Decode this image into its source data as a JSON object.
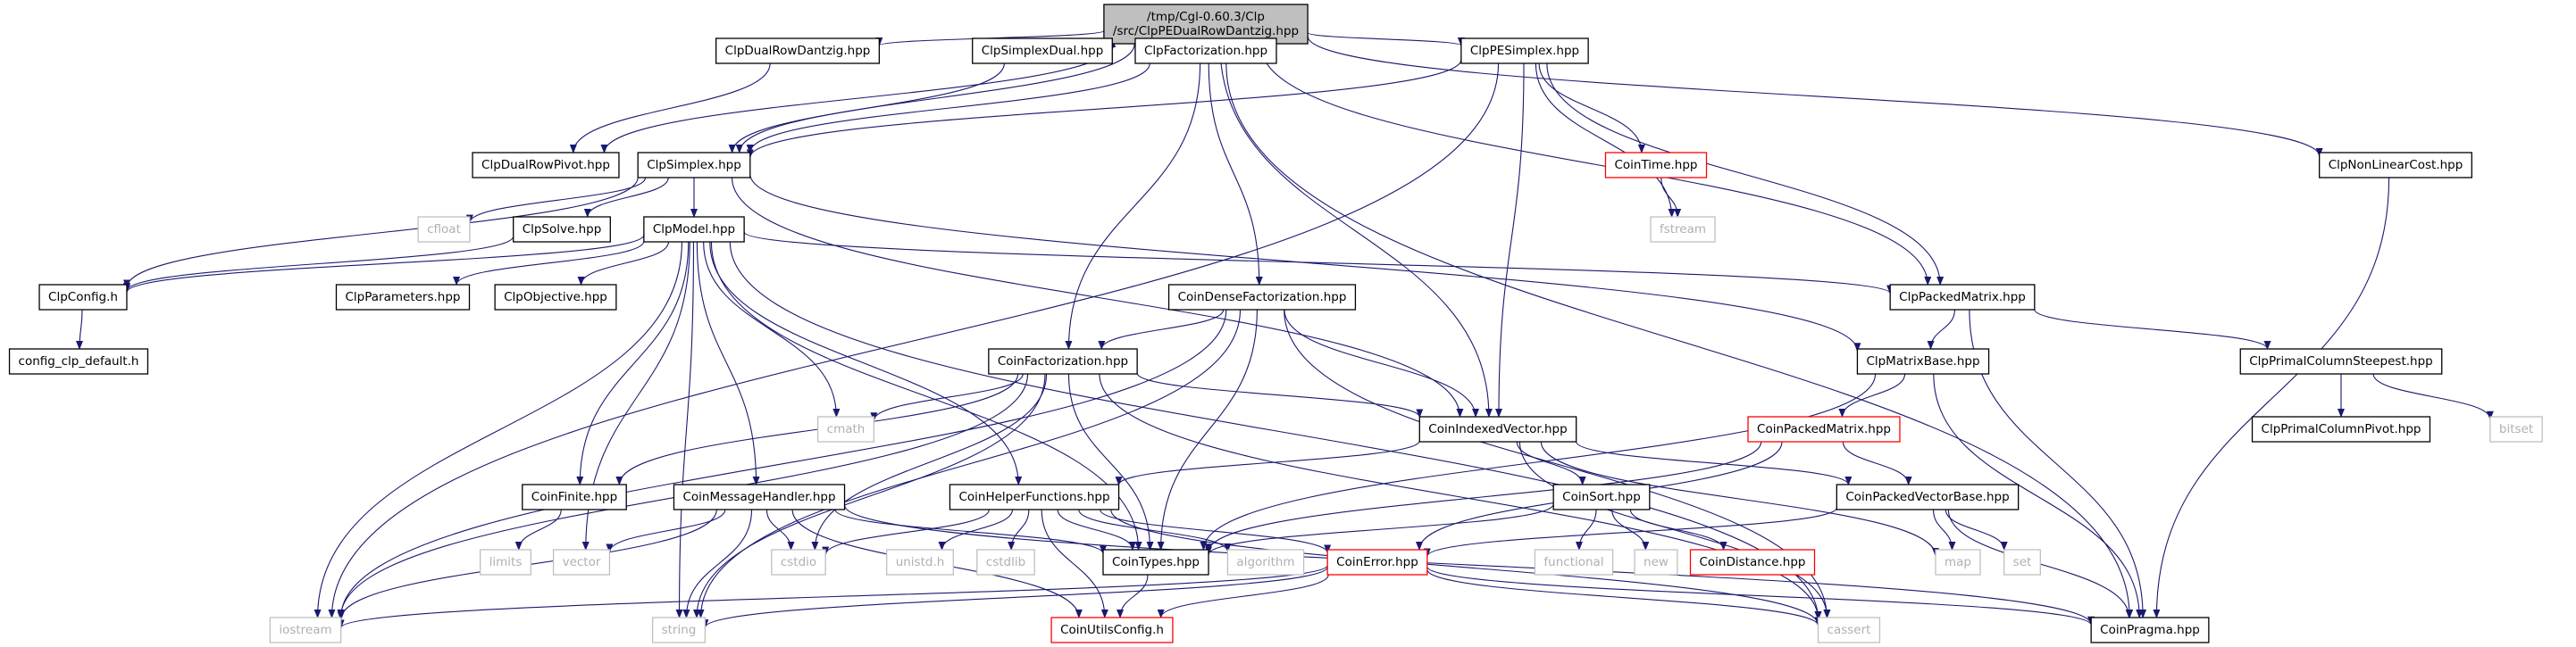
{
  "colors": {
    "edge": "#191970",
    "root_fill": "#bfbfbf",
    "normal_border": "#000000",
    "missing_border": "#bfbfbf",
    "incomplete_border": "#ff0000",
    "text": "#000000",
    "missing_text": "#b0b0b0"
  },
  "nodes": [
    {
      "id": "root",
      "kind": "root",
      "lines": [
        "/tmp/Cgl-0.60.3/Clp",
        "/src/ClpPEDualRowDantzig.hpp"
      ]
    },
    {
      "id": "ClpDualRowDantzig",
      "kind": "normal",
      "lines": [
        "ClpDualRowDantzig.hpp"
      ]
    },
    {
      "id": "ClpSimplexDual",
      "kind": "normal",
      "lines": [
        "ClpSimplexDual.hpp"
      ]
    },
    {
      "id": "ClpFactorization",
      "kind": "normal",
      "lines": [
        "ClpFactorization.hpp"
      ]
    },
    {
      "id": "ClpPESimplex",
      "kind": "normal",
      "lines": [
        "ClpPESimplex.hpp"
      ]
    },
    {
      "id": "ClpNonLinearCost",
      "kind": "normal",
      "lines": [
        "ClpNonLinearCost.hpp"
      ]
    },
    {
      "id": "ClpDualRowPivot",
      "kind": "normal",
      "lines": [
        "ClpDualRowPivot.hpp"
      ]
    },
    {
      "id": "ClpSimplex",
      "kind": "normal",
      "lines": [
        "ClpSimplex.hpp"
      ]
    },
    {
      "id": "CoinTime",
      "kind": "incomplete",
      "lines": [
        "CoinTime.hpp"
      ]
    },
    {
      "id": "fstream",
      "kind": "missing",
      "lines": [
        "fstream"
      ]
    },
    {
      "id": "cfloat",
      "kind": "missing",
      "lines": [
        "cfloat"
      ]
    },
    {
      "id": "ClpSolve",
      "kind": "normal",
      "lines": [
        "ClpSolve.hpp"
      ]
    },
    {
      "id": "ClpModel",
      "kind": "normal",
      "lines": [
        "ClpModel.hpp"
      ]
    },
    {
      "id": "ClpConfig",
      "kind": "normal",
      "lines": [
        "ClpConfig.h"
      ]
    },
    {
      "id": "config_clp_default",
      "kind": "normal",
      "lines": [
        "config_clp_default.h"
      ]
    },
    {
      "id": "ClpParameters",
      "kind": "normal",
      "lines": [
        "ClpParameters.hpp"
      ]
    },
    {
      "id": "ClpObjective",
      "kind": "normal",
      "lines": [
        "ClpObjective.hpp"
      ]
    },
    {
      "id": "CoinDenseFactorization",
      "kind": "normal",
      "lines": [
        "CoinDenseFactorization.hpp"
      ]
    },
    {
      "id": "ClpPackedMatrix",
      "kind": "normal",
      "lines": [
        "ClpPackedMatrix.hpp"
      ]
    },
    {
      "id": "ClpMatrixBase",
      "kind": "normal",
      "lines": [
        "ClpMatrixBase.hpp"
      ]
    },
    {
      "id": "ClpPrimalColumnSteepest",
      "kind": "normal",
      "lines": [
        "ClpPrimalColumnSteepest.hpp"
      ]
    },
    {
      "id": "ClpPrimalColumnPivot",
      "kind": "normal",
      "lines": [
        "ClpPrimalColumnPivot.hpp"
      ]
    },
    {
      "id": "bitset",
      "kind": "missing",
      "lines": [
        "bitset"
      ]
    },
    {
      "id": "CoinFactorization",
      "kind": "normal",
      "lines": [
        "CoinFactorization.hpp"
      ]
    },
    {
      "id": "cmath",
      "kind": "missing",
      "lines": [
        "cmath"
      ]
    },
    {
      "id": "CoinIndexedVector",
      "kind": "normal",
      "lines": [
        "CoinIndexedVector.hpp"
      ]
    },
    {
      "id": "CoinPackedMatrix",
      "kind": "incomplete",
      "lines": [
        "CoinPackedMatrix.hpp"
      ]
    },
    {
      "id": "CoinFinite",
      "kind": "normal",
      "lines": [
        "CoinFinite.hpp"
      ]
    },
    {
      "id": "CoinMessageHandler",
      "kind": "normal",
      "lines": [
        "CoinMessageHandler.hpp"
      ]
    },
    {
      "id": "CoinHelperFunctions",
      "kind": "normal",
      "lines": [
        "CoinHelperFunctions.hpp"
      ]
    },
    {
      "id": "CoinSort",
      "kind": "normal",
      "lines": [
        "CoinSort.hpp"
      ]
    },
    {
      "id": "CoinPackedVectorBase",
      "kind": "normal",
      "lines": [
        "CoinPackedVectorBase.hpp"
      ]
    },
    {
      "id": "limits",
      "kind": "missing",
      "lines": [
        "limits"
      ]
    },
    {
      "id": "vector",
      "kind": "missing",
      "lines": [
        "vector"
      ]
    },
    {
      "id": "cstdio",
      "kind": "missing",
      "lines": [
        "cstdio"
      ]
    },
    {
      "id": "unistd",
      "kind": "missing",
      "lines": [
        "unistd.h"
      ]
    },
    {
      "id": "cstdlib",
      "kind": "missing",
      "lines": [
        "cstdlib"
      ]
    },
    {
      "id": "CoinTypes",
      "kind": "normal",
      "lines": [
        "CoinTypes.hpp"
      ]
    },
    {
      "id": "algorithm",
      "kind": "missing",
      "lines": [
        "algorithm"
      ]
    },
    {
      "id": "CoinError",
      "kind": "incomplete",
      "lines": [
        "CoinError.hpp"
      ]
    },
    {
      "id": "functional",
      "kind": "missing",
      "lines": [
        "functional"
      ]
    },
    {
      "id": "new",
      "kind": "missing",
      "lines": [
        "new"
      ]
    },
    {
      "id": "CoinDistance",
      "kind": "incomplete",
      "lines": [
        "CoinDistance.hpp"
      ]
    },
    {
      "id": "map",
      "kind": "missing",
      "lines": [
        "map"
      ]
    },
    {
      "id": "set",
      "kind": "missing",
      "lines": [
        "set"
      ]
    },
    {
      "id": "iostream",
      "kind": "missing",
      "lines": [
        "iostream"
      ]
    },
    {
      "id": "string",
      "kind": "missing",
      "lines": [
        "string"
      ]
    },
    {
      "id": "CoinUtilsConfig",
      "kind": "incomplete",
      "lines": [
        "CoinUtilsConfig.h"
      ]
    },
    {
      "id": "cassert",
      "kind": "missing",
      "lines": [
        "cassert"
      ]
    },
    {
      "id": "CoinPragma",
      "kind": "normal",
      "lines": [
        "CoinPragma.hpp"
      ]
    }
  ],
  "edges": [
    [
      "root",
      "ClpDualRowDantzig"
    ],
    [
      "root",
      "ClpSimplexDual"
    ],
    [
      "root",
      "ClpFactorization"
    ],
    [
      "root",
      "ClpPESimplex"
    ],
    [
      "root",
      "ClpNonLinearCost"
    ],
    [
      "root",
      "ClpDualRowPivot"
    ],
    [
      "root",
      "ClpSimplex"
    ],
    [
      "root",
      "ClpPackedMatrix"
    ],
    [
      "root",
      "CoinIndexedVector"
    ],
    [
      "ClpDualRowDantzig",
      "ClpDualRowPivot"
    ],
    [
      "ClpSimplexDual",
      "ClpSimplex"
    ],
    [
      "ClpFactorization",
      "ClpSimplex"
    ],
    [
      "ClpFactorization",
      "CoinDenseFactorization"
    ],
    [
      "ClpFactorization",
      "CoinFactorization"
    ],
    [
      "ClpFactorization",
      "CoinPragma"
    ],
    [
      "ClpPESimplex",
      "ClpSimplex"
    ],
    [
      "ClpPESimplex",
      "CoinTime"
    ],
    [
      "ClpPESimplex",
      "fstream"
    ],
    [
      "ClpPESimplex",
      "ClpPackedMatrix"
    ],
    [
      "ClpPESimplex",
      "CoinIndexedVector"
    ],
    [
      "ClpPESimplex",
      "iostream"
    ],
    [
      "CoinTime",
      "fstream"
    ],
    [
      "ClpNonLinearCost",
      "CoinPragma"
    ],
    [
      "ClpSimplex",
      "cfloat"
    ],
    [
      "ClpSimplex",
      "ClpSolve"
    ],
    [
      "ClpSimplex",
      "ClpModel"
    ],
    [
      "ClpSimplex",
      "ClpConfig"
    ],
    [
      "ClpSimplex",
      "ClpMatrixBase"
    ],
    [
      "ClpSimplex",
      "CoinIndexedVector"
    ],
    [
      "ClpSolve",
      "ClpConfig"
    ],
    [
      "ClpConfig",
      "config_clp_default"
    ],
    [
      "ClpModel",
      "ClpConfig"
    ],
    [
      "ClpModel",
      "ClpParameters"
    ],
    [
      "ClpModel",
      "ClpObjective"
    ],
    [
      "ClpModel",
      "ClpPackedMatrix"
    ],
    [
      "ClpModel",
      "cmath"
    ],
    [
      "ClpModel",
      "CoinTypes"
    ],
    [
      "ClpModel",
      "CoinFinite"
    ],
    [
      "ClpModel",
      "CoinMessageHandler"
    ],
    [
      "ClpModel",
      "CoinHelperFunctions"
    ],
    [
      "ClpModel",
      "vector"
    ],
    [
      "ClpModel",
      "iostream"
    ],
    [
      "ClpModel",
      "string"
    ],
    [
      "ClpModel",
      "cassert"
    ],
    [
      "CoinDenseFactorization",
      "CoinFactorization"
    ],
    [
      "CoinDenseFactorization",
      "CoinIndexedVector"
    ],
    [
      "CoinDenseFactorization",
      "CoinTypes"
    ],
    [
      "CoinDenseFactorization",
      "string"
    ],
    [
      "CoinDenseFactorization",
      "iostream"
    ],
    [
      "CoinDenseFactorization",
      "cassert"
    ],
    [
      "ClpPackedMatrix",
      "ClpMatrixBase"
    ],
    [
      "ClpPackedMatrix",
      "ClpPrimalColumnSteepest"
    ],
    [
      "ClpPackedMatrix",
      "CoinPragma"
    ],
    [
      "ClpMatrixBase",
      "CoinPackedMatrix"
    ],
    [
      "ClpMatrixBase",
      "CoinTypes"
    ],
    [
      "ClpMatrixBase",
      "CoinPragma"
    ],
    [
      "ClpPrimalColumnSteepest",
      "ClpPrimalColumnPivot"
    ],
    [
      "ClpPrimalColumnSteepest",
      "bitset"
    ],
    [
      "CoinFactorization",
      "cmath"
    ],
    [
      "CoinFactorization",
      "CoinIndexedVector"
    ],
    [
      "CoinFactorization",
      "CoinTypes"
    ],
    [
      "CoinFactorization",
      "CoinFinite"
    ],
    [
      "CoinFactorization",
      "cstdio"
    ],
    [
      "CoinFactorization",
      "iostream"
    ],
    [
      "CoinFactorization",
      "string"
    ],
    [
      "CoinFactorization",
      "cassert"
    ],
    [
      "CoinIndexedVector",
      "CoinHelperFunctions"
    ],
    [
      "CoinIndexedVector",
      "CoinSort"
    ],
    [
      "CoinIndexedVector",
      "CoinPackedVectorBase"
    ],
    [
      "CoinIndexedVector",
      "map"
    ],
    [
      "CoinIndexedVector",
      "cassert"
    ],
    [
      "CoinPackedMatrix",
      "CoinPackedVectorBase"
    ],
    [
      "CoinPackedMatrix",
      "CoinError"
    ],
    [
      "CoinPackedMatrix",
      "CoinTypes"
    ],
    [
      "CoinFinite",
      "limits"
    ],
    [
      "CoinMessageHandler",
      "vector"
    ],
    [
      "CoinMessageHandler",
      "cstdio"
    ],
    [
      "CoinMessageHandler",
      "CoinTypes"
    ],
    [
      "CoinMessageHandler",
      "CoinUtilsConfig"
    ],
    [
      "CoinMessageHandler",
      "iostream"
    ],
    [
      "CoinMessageHandler",
      "string"
    ],
    [
      "CoinMessageHandler",
      "CoinPragma"
    ],
    [
      "CoinHelperFunctions",
      "cstdio"
    ],
    [
      "CoinHelperFunctions",
      "unistd"
    ],
    [
      "CoinHelperFunctions",
      "cstdlib"
    ],
    [
      "CoinHelperFunctions",
      "CoinTypes"
    ],
    [
      "CoinHelperFunctions",
      "algorithm"
    ],
    [
      "CoinHelperFunctions",
      "CoinError"
    ],
    [
      "CoinHelperFunctions",
      "CoinUtilsConfig"
    ],
    [
      "CoinHelperFunctions",
      "cassert"
    ],
    [
      "CoinSort",
      "functional"
    ],
    [
      "CoinSort",
      "new"
    ],
    [
      "CoinSort",
      "CoinDistance"
    ],
    [
      "CoinSort",
      "CoinTypes"
    ],
    [
      "CoinPackedVectorBase",
      "map"
    ],
    [
      "CoinPackedVectorBase",
      "set"
    ],
    [
      "CoinPackedVectorBase",
      "CoinError"
    ],
    [
      "CoinPackedVectorBase",
      "CoinPragma"
    ],
    [
      "CoinTypes",
      "CoinUtilsConfig"
    ],
    [
      "CoinError",
      "iostream"
    ],
    [
      "CoinError",
      "string"
    ],
    [
      "CoinError",
      "CoinUtilsConfig"
    ],
    [
      "CoinError",
      "cassert"
    ],
    [
      "CoinError",
      "CoinPragma"
    ]
  ]
}
